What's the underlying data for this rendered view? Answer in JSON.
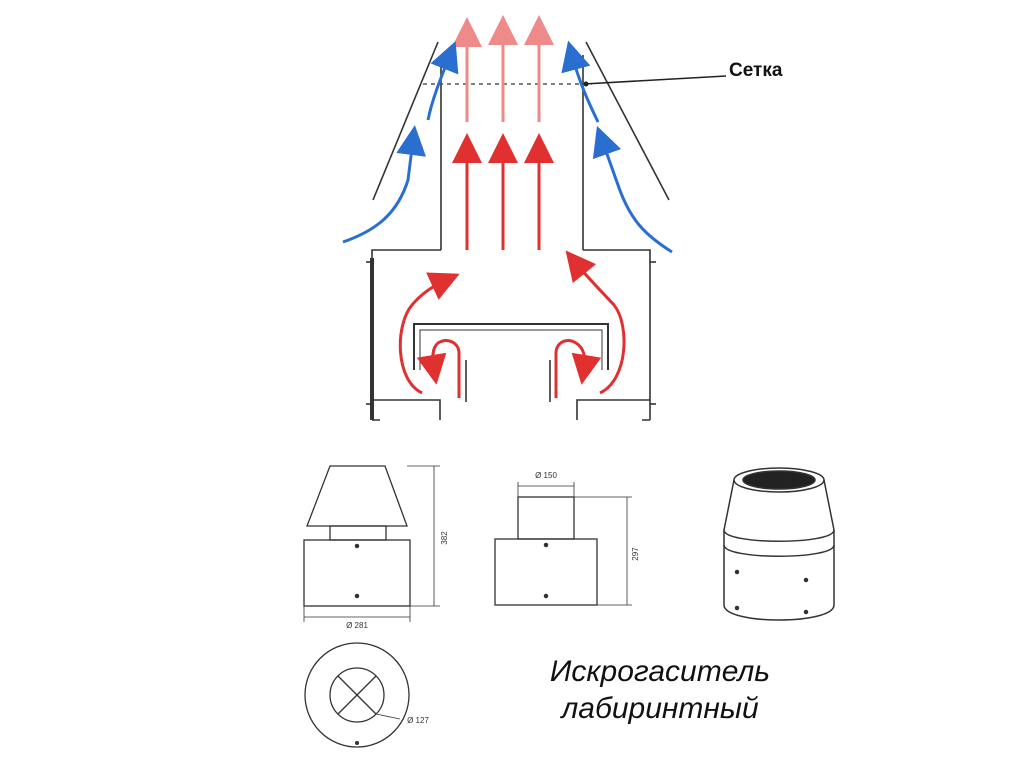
{
  "labels": {
    "mesh": "Сетка",
    "title_line1": "Искрогаситель",
    "title_line2": "лабиринтный"
  },
  "dimensions": {
    "front_height": "382",
    "front_diameter": "Ø 281",
    "side_pipe_diameter": "Ø 150",
    "side_height": "297",
    "top_inner_diameter": "Ø 127"
  },
  "colors": {
    "hot_flow": "#e03030",
    "hot_flow_faded": "#ee8a8a",
    "cold_flow": "#2a6fd0",
    "line": "#333333"
  },
  "icons": {
    "perspective": "spark-arrester-3d-icon"
  }
}
